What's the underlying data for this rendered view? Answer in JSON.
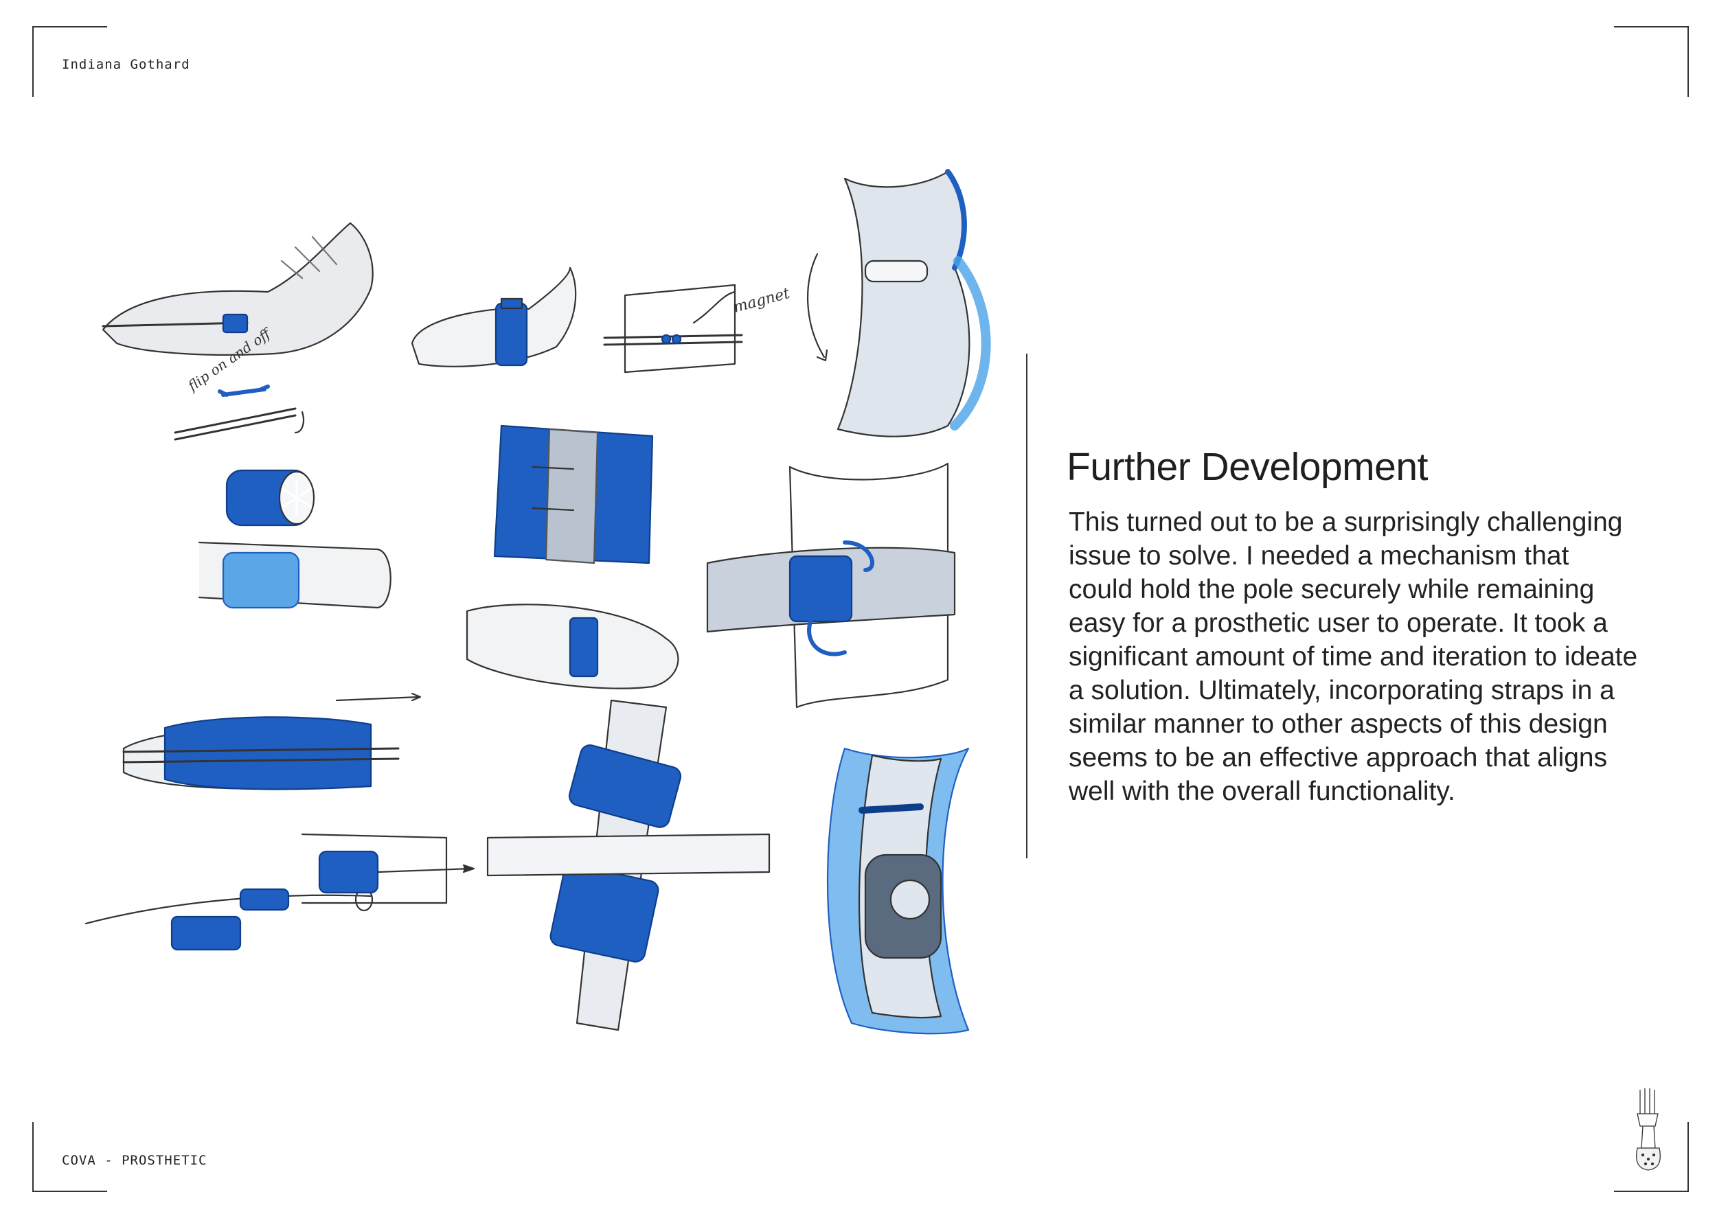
{
  "header": {
    "author": "Indiana Gothard"
  },
  "footer": {
    "project": "COVA - PROSTHETIC"
  },
  "section": {
    "title": "Further Development",
    "body": "This turned out to be a surprisingly challenging issue to solve. I needed a mechanism that could hold the pole securely while remaining easy for a prosthetic user to operate. It took a significant amount of time and iteration to ideate a solution. Ultimately, incorporating straps in a similar manner to other aspects of this design seems to be an effective approach that aligns well with the overall functionality."
  },
  "sketch_annotations": {
    "magnet": "magnet",
    "flip": "flip on and off"
  },
  "colors": {
    "accent_blue": "#1f5fc2",
    "light_blue": "#4aa3e8",
    "pencil": "#333333",
    "grey_wash": "#c9ced6"
  },
  "icons": {
    "logo": "prosthetic-arm-logo-icon"
  }
}
